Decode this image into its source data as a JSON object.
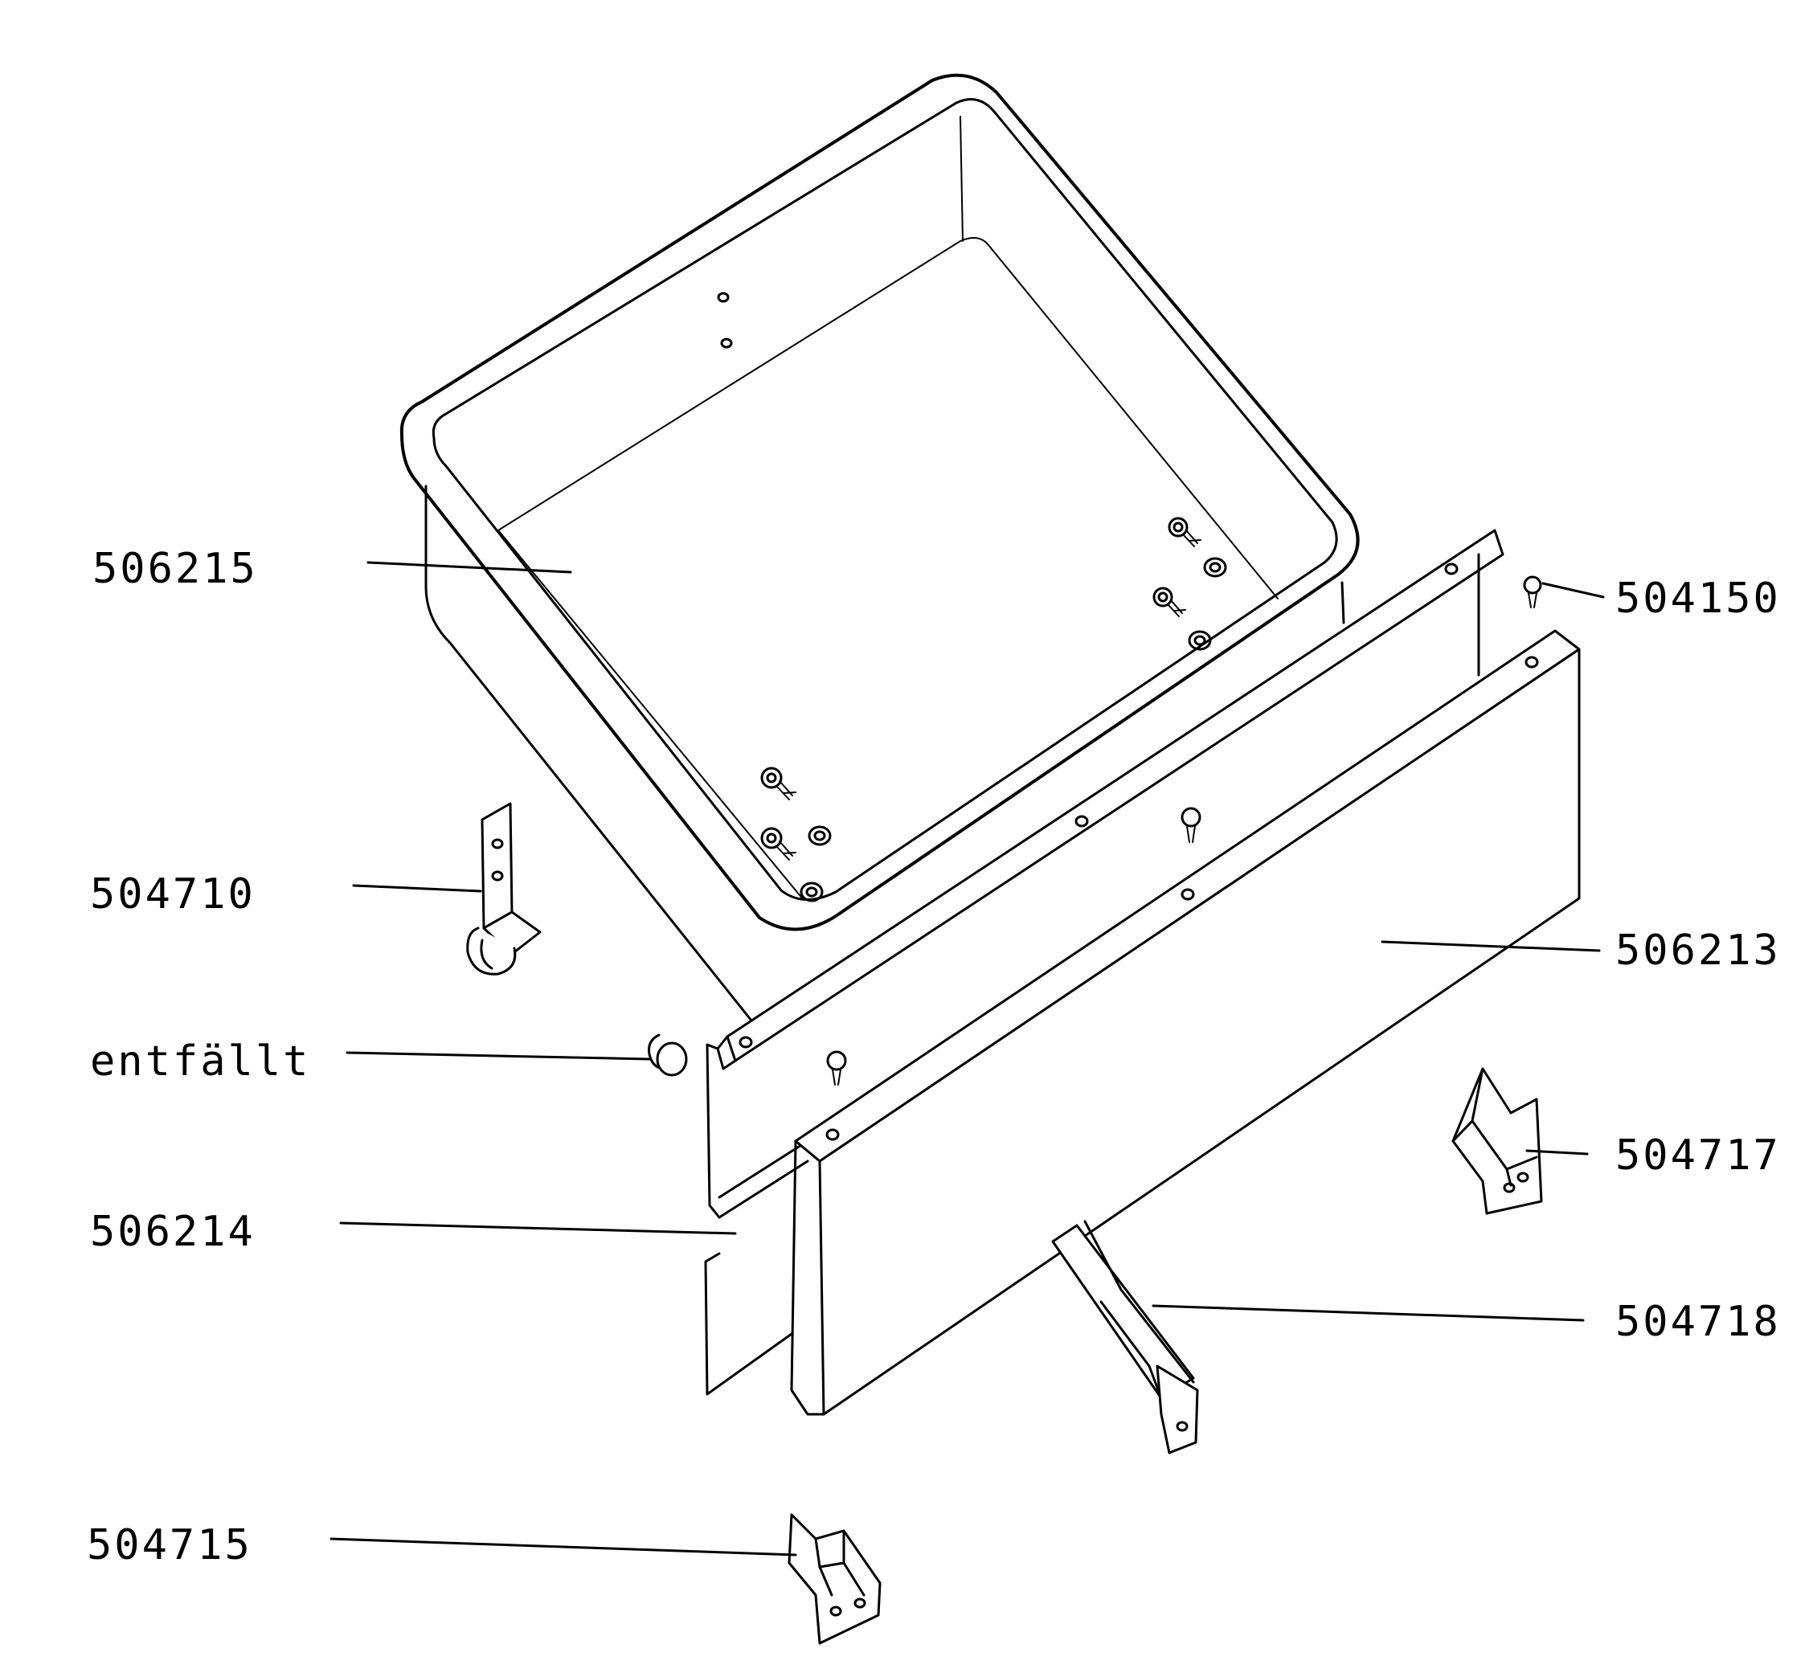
{
  "parts": [
    {
      "label": "506215"
    },
    {
      "label": "504150"
    },
    {
      "label": "504710"
    },
    {
      "label": "506213"
    },
    {
      "label": "entfällt"
    },
    {
      "label": "504717"
    },
    {
      "label": "506214"
    },
    {
      "label": "504718"
    },
    {
      "label": "504715"
    }
  ]
}
